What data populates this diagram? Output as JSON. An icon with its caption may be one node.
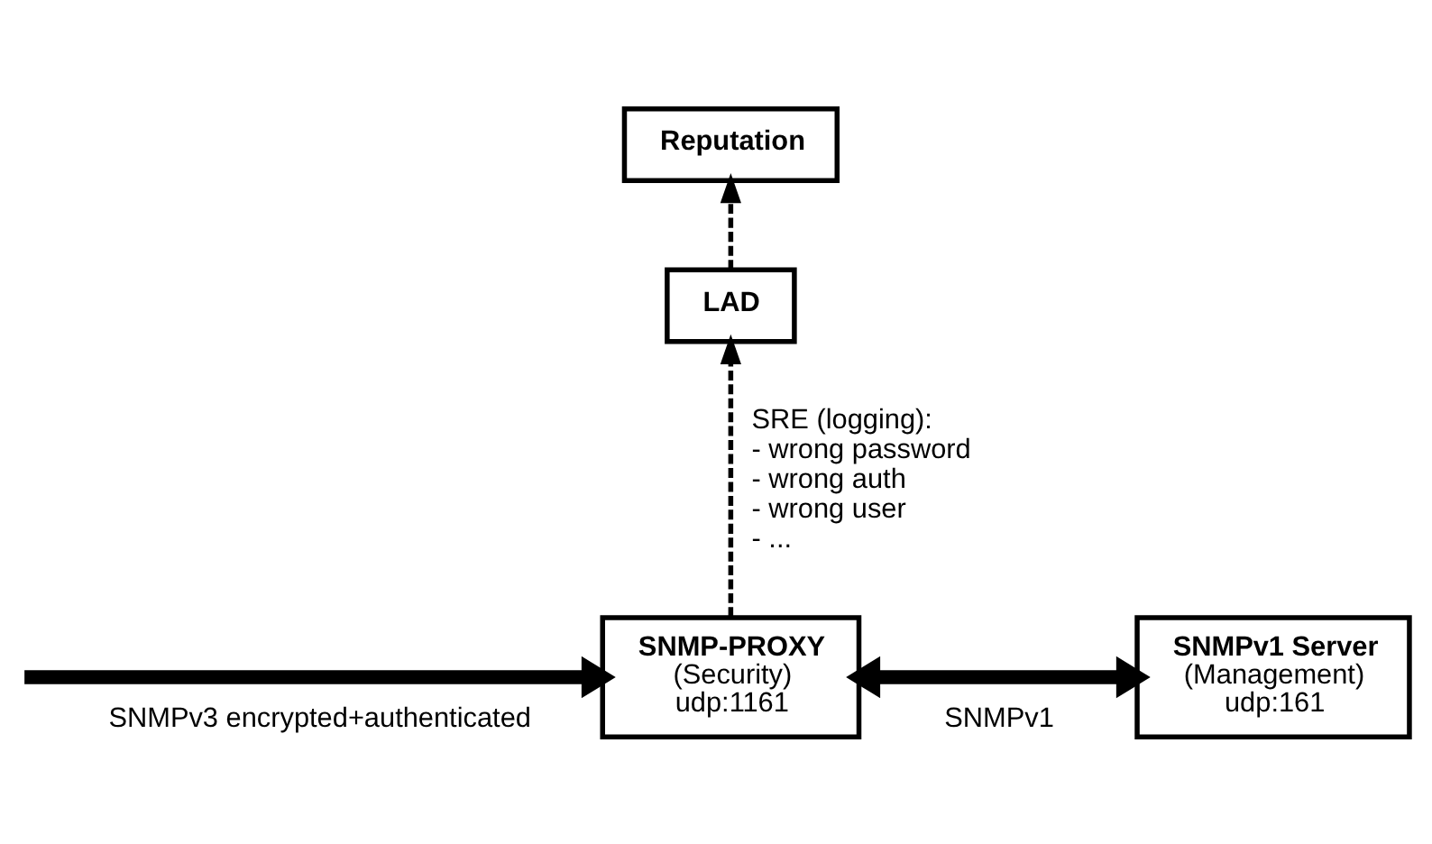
{
  "diagram": {
    "nodes": [
      {
        "text": [
          "Reputation"
        ]
      },
      {
        "text": [
          "LAD"
        ]
      },
      {
        "text": [
          "SNMP-PROXY",
          "(Security)",
          "udp:1161"
        ]
      },
      {
        "text": [
          "SNMPv1 Server",
          "(Management)",
          "udp:161"
        ]
      }
    ],
    "edges": [
      {
        "from": 1,
        "to": 0,
        "arrow": "to",
        "style": "dashed"
      },
      {
        "from": 2,
        "to": 1,
        "arrow": "to",
        "style": "dashed",
        "label": "SRE (logging): - wrong password - wrong auth - wrong user - ..."
      },
      {
        "from": null,
        "to": 2,
        "arrow": "to",
        "style": "thick",
        "label": "SNMPv3 encrypted+authenticated"
      },
      {
        "from": 2,
        "to": 3,
        "arrow": "both",
        "style": "thick",
        "label": "SNMPv1"
      }
    ]
  }
}
